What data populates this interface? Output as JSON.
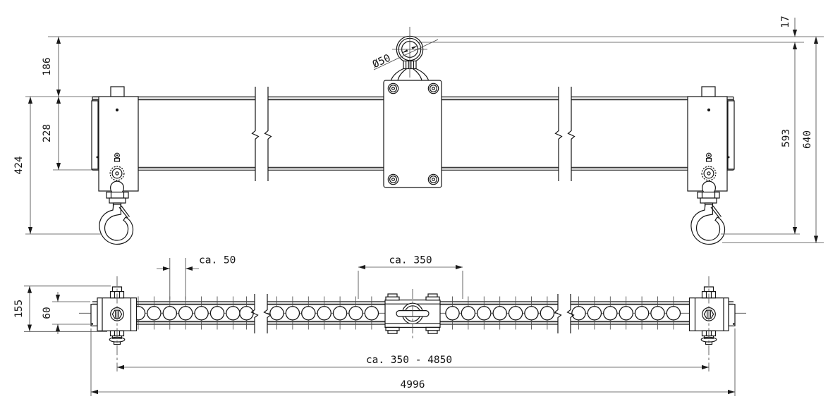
{
  "colors": {
    "line": "#1a1a1a",
    "thin_line": "#4a4a4a",
    "background": "#ffffff"
  },
  "views": {
    "front": {
      "name": "front-elevation",
      "dimensions": {
        "top_to_beam": "186",
        "trolley_height": "228",
        "beam_to_hook": "424",
        "shackle_bore": "Ø50",
        "eye_offset": "17",
        "eye_to_hook": "593",
        "overall_height": "640"
      }
    },
    "bottom": {
      "name": "bottom-view",
      "dimensions": {
        "hole_pitch": "ca. 50",
        "center_block_span": "ca. 350",
        "end_block_height": "155",
        "beam_width": "60",
        "hook_spacing_range": "ca. 350 - 4850",
        "overall_length": "4996"
      }
    }
  }
}
